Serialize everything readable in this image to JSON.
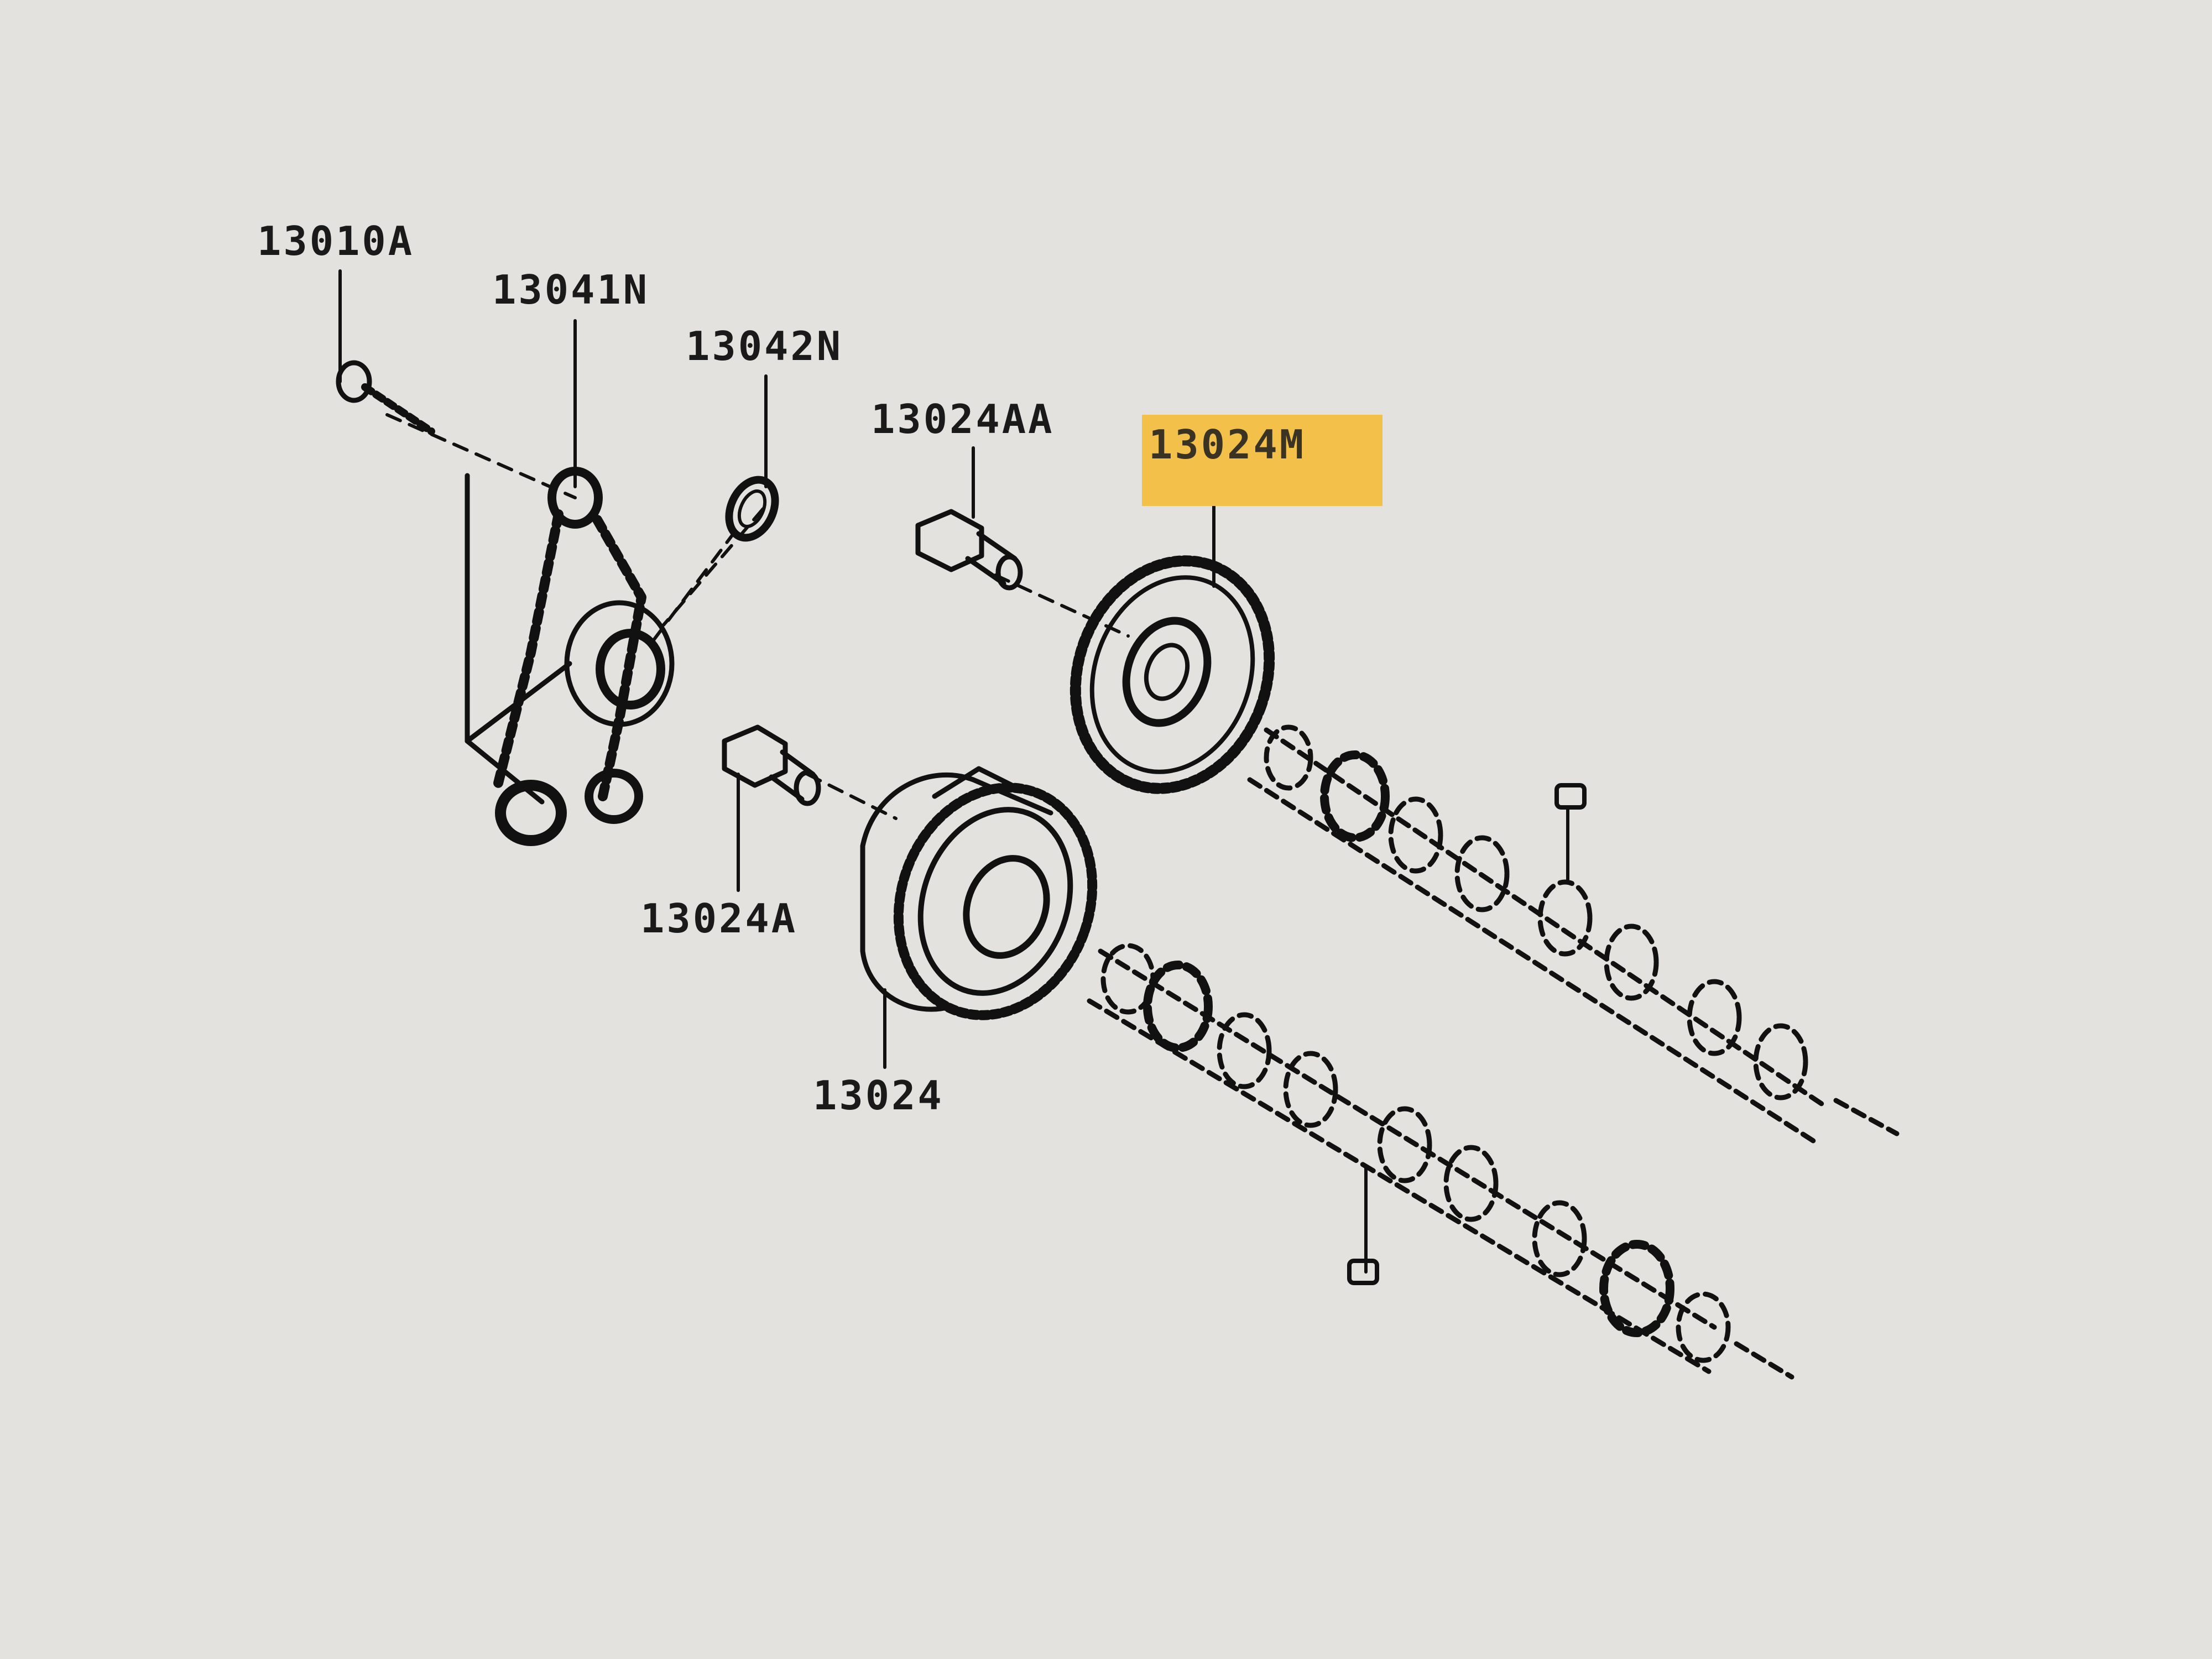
{
  "labels": {
    "p13010A": "13010A",
    "p13041N": "13041N",
    "p13042N": "13042N",
    "p13024AA": "13024AA",
    "p13024M": "13024M",
    "p13024A": "13024A",
    "p13024": "13024"
  },
  "highlighted_part": "13024M",
  "colors": {
    "background": "#e4e2de",
    "ink": "#1a1a1a",
    "highlight": "#f3c14a"
  }
}
